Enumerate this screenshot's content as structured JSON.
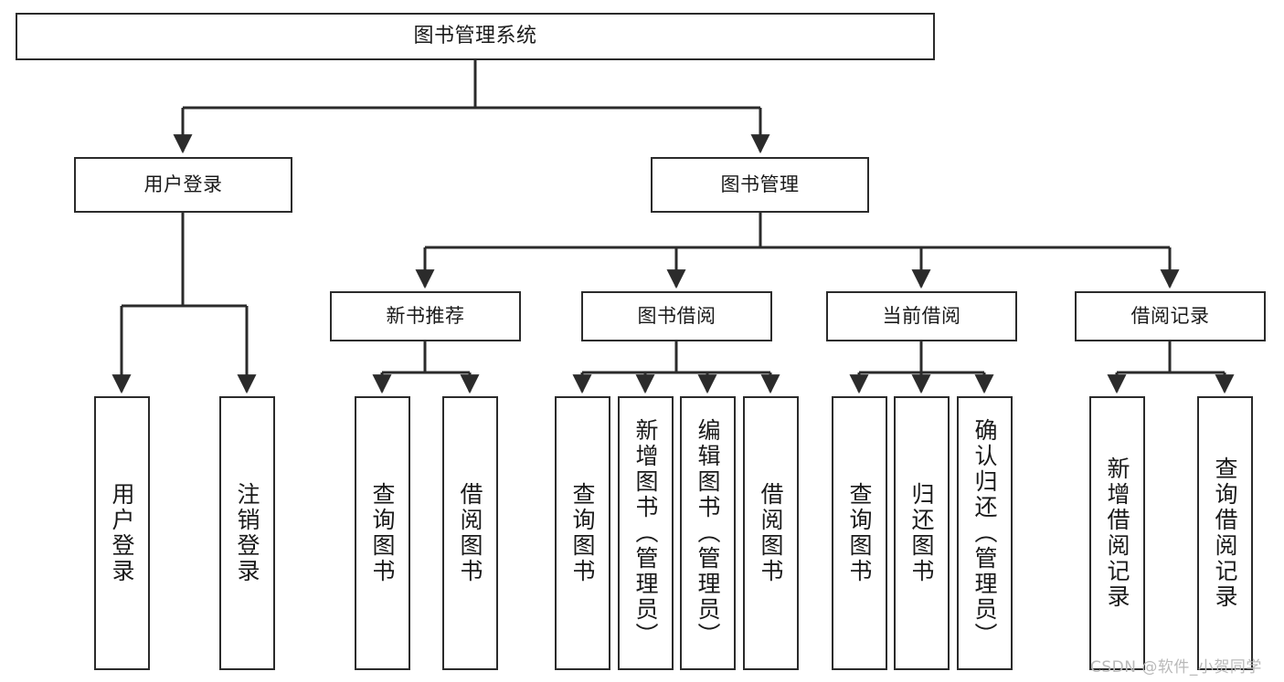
{
  "diagram": {
    "type": "tree-hierarchy",
    "title": "图书管理系统",
    "orientation": "top-down",
    "line_color": "#2b2b2b",
    "box_fill": "#ffffff",
    "box_border": "#2b2b2b",
    "watermark": "CSDN @软件_小贺同学",
    "watermark_color": "#b9b9b9"
  },
  "nodes": {
    "root": {
      "label": "图书管理系统"
    },
    "level1": [
      {
        "id": "user-login",
        "label": "用户登录"
      },
      {
        "id": "book-management",
        "label": "图书管理"
      }
    ],
    "level2": [
      {
        "id": "new-book-recommend",
        "label": "新书推荐"
      },
      {
        "id": "book-borrow",
        "label": "图书借阅"
      },
      {
        "id": "current-borrow",
        "label": "当前借阅"
      },
      {
        "id": "borrow-record",
        "label": "借阅记录"
      }
    ],
    "leaves": {
      "user_login": [
        {
          "id": "leaf-user-login",
          "label": "用户登录"
        },
        {
          "id": "leaf-logout-login",
          "label": "注销登录"
        }
      ],
      "new_book_recommend": [
        {
          "id": "leaf-query-book-1",
          "label": "查询图书"
        },
        {
          "id": "leaf-borrow-book-1",
          "label": "借阅图书"
        }
      ],
      "book_borrow": [
        {
          "id": "leaf-query-book-2",
          "label": "查询图书"
        },
        {
          "id": "leaf-add-book",
          "label": "新增图书（管理员）"
        },
        {
          "id": "leaf-edit-book",
          "label": "编辑图书（管理员）"
        },
        {
          "id": "leaf-borrow-book-2",
          "label": "借阅图书"
        }
      ],
      "current_borrow": [
        {
          "id": "leaf-query-book-3",
          "label": "查询图书"
        },
        {
          "id": "leaf-return-book",
          "label": "归还图书"
        },
        {
          "id": "leaf-confirm-return",
          "label": "确认归还（管理员）"
        }
      ],
      "borrow_record": [
        {
          "id": "leaf-add-record",
          "label": "新增借阅记录"
        },
        {
          "id": "leaf-query-record",
          "label": "查询借阅记录"
        }
      ]
    }
  },
  "edges": [
    {
      "from": "root",
      "to": "user-login"
    },
    {
      "from": "root",
      "to": "book-management"
    },
    {
      "from": "user-login",
      "to": "leaf-user-login"
    },
    {
      "from": "user-login",
      "to": "leaf-logout-login"
    },
    {
      "from": "book-management",
      "to": "new-book-recommend"
    },
    {
      "from": "book-management",
      "to": "book-borrow"
    },
    {
      "from": "book-management",
      "to": "current-borrow"
    },
    {
      "from": "book-management",
      "to": "borrow-record"
    },
    {
      "from": "new-book-recommend",
      "to": "leaf-query-book-1"
    },
    {
      "from": "new-book-recommend",
      "to": "leaf-borrow-book-1"
    },
    {
      "from": "book-borrow",
      "to": "leaf-query-book-2"
    },
    {
      "from": "book-borrow",
      "to": "leaf-add-book"
    },
    {
      "from": "book-borrow",
      "to": "leaf-edit-book"
    },
    {
      "from": "book-borrow",
      "to": "leaf-borrow-book-2"
    },
    {
      "from": "current-borrow",
      "to": "leaf-query-book-3"
    },
    {
      "from": "current-borrow",
      "to": "leaf-return-book"
    },
    {
      "from": "current-borrow",
      "to": "leaf-confirm-return"
    },
    {
      "from": "borrow-record",
      "to": "leaf-add-record"
    },
    {
      "from": "borrow-record",
      "to": "leaf-query-record"
    }
  ]
}
